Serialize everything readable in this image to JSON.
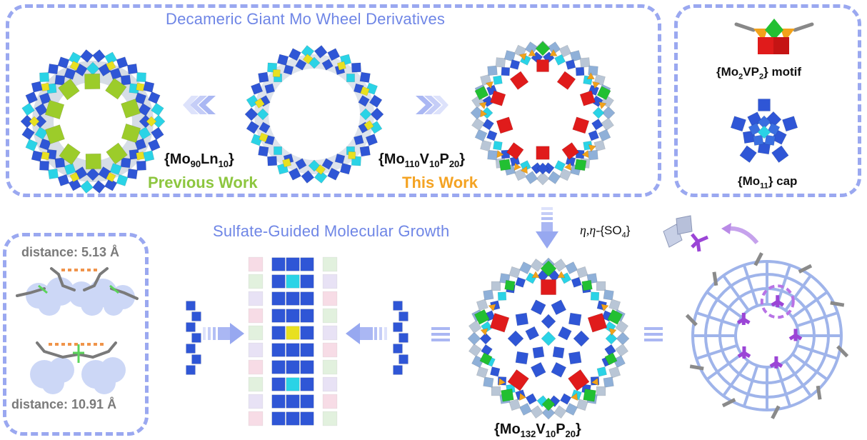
{
  "sections": {
    "top_title": "Decameric Giant Mo Wheel Derivatives",
    "middle_title": "Sulfate-Guided Molecular Growth"
  },
  "compounds": {
    "previous": {
      "base": "{Mo",
      "s1": "90",
      "mid": "Ln",
      "s2": "10",
      "end": "}"
    },
    "previous_label": "Previous Work",
    "this": {
      "base": "{Mo",
      "s1": "110",
      "m1": "V",
      "s2": "10",
      "m2": "P",
      "s3": "20",
      "end": "}"
    },
    "this_label": "This Work",
    "grown": {
      "base": "{Mo",
      "s1": "132",
      "m1": "V",
      "s2": "10",
      "m2": "P",
      "s3": "20",
      "end": "}"
    }
  },
  "motifs": {
    "motif1": {
      "base": "{Mo",
      "s1": "2",
      "m1": "VP",
      "s2": "2",
      "end": "} motif"
    },
    "cap": {
      "base": "{Mo",
      "s1": "11",
      "end": "} cap"
    }
  },
  "sulfate": {
    "eta": "η,η-",
    "base": "{SO",
    "s1": "4",
    "end": "}"
  },
  "distances": {
    "d1": "distance: 5.13 Å",
    "d2": "distance: 10.91 Å"
  },
  "colors": {
    "panel_border": "#9aa8f0",
    "title_blue": "#6f86e6",
    "mo_blue": "#2f56d6",
    "mo_cyan": "#2ad3e6",
    "ln_green": "#9ccc2a",
    "yellow": "#e8e020",
    "v_red": "#e01b1b",
    "v_green": "#22c032",
    "p_orange": "#f2a21a",
    "previous_green": "#8dc63f",
    "this_orange": "#f4a323",
    "s_purple": "#9b45d6"
  }
}
